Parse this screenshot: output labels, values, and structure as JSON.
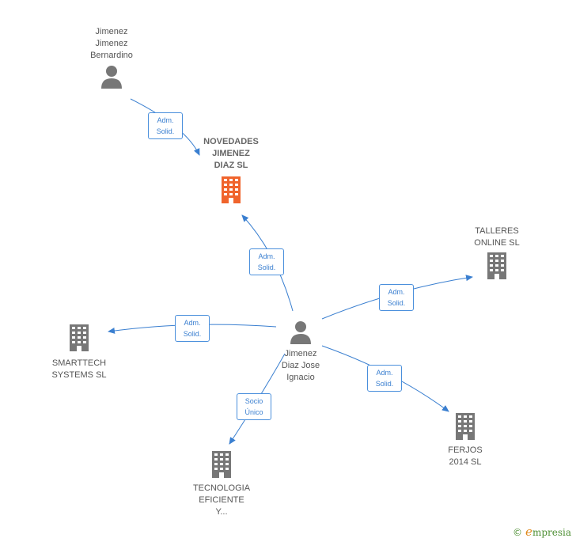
{
  "nodes": {
    "bernardino": {
      "label": "Jimenez\nJimenez\nBernardino"
    },
    "novedades": {
      "label": "NOVEDADES\nJIMENEZ\nDIAZ  SL"
    },
    "talleres": {
      "label": "TALLERES\nONLINE  SL"
    },
    "smarttech": {
      "label": "SMARTTECH\nSYSTEMS  SL"
    },
    "jose": {
      "label": "Jimenez\nDiaz Jose\nIgnacio"
    },
    "ferjos": {
      "label": "FERJOS\n2014 SL"
    },
    "tecnologia": {
      "label": "TECNOLOGIA\nEFICIENTE\nY..."
    }
  },
  "edges": [
    {
      "id": "bernardino-novedades",
      "label": "Adm.\nSolid."
    },
    {
      "id": "jose-novedades",
      "label": "Adm.\nSolid."
    },
    {
      "id": "jose-talleres",
      "label": "Adm.\nSolid."
    },
    {
      "id": "jose-smarttech",
      "label": "Adm.\nSolid."
    },
    {
      "id": "jose-ferjos",
      "label": "Adm.\nSolid."
    },
    {
      "id": "jose-tecnologia",
      "label": "Socio\nÚnico"
    }
  ],
  "colors": {
    "edge": "#3a7fd0",
    "focus_company": "#f0642c",
    "company": "#777777",
    "person": "#777777"
  },
  "icons": {
    "person": "person-icon",
    "company": "building-icon"
  },
  "brand": {
    "copyright": "©",
    "initial": "e",
    "rest": "mpresia"
  }
}
